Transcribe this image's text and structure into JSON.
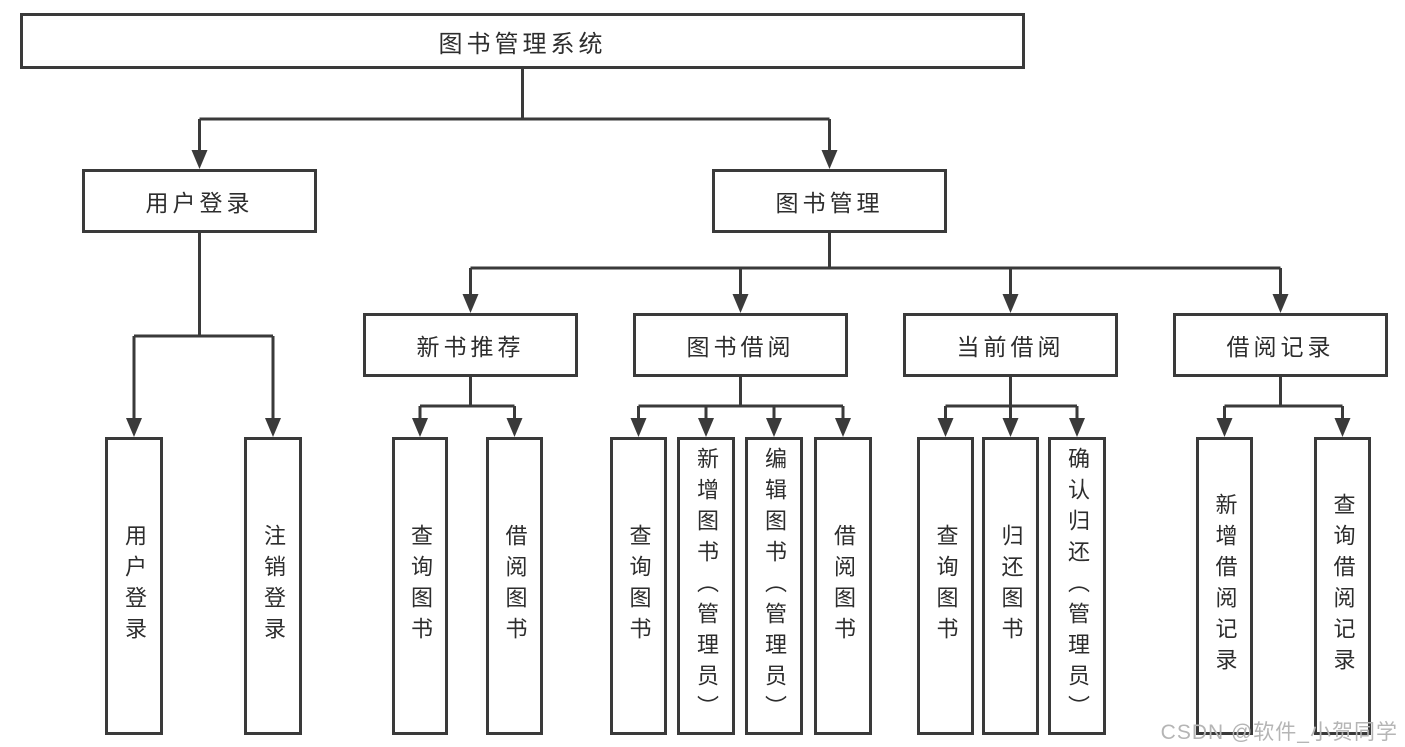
{
  "tree": {
    "label": "图书管理系统",
    "children": [
      {
        "label": "用户登录",
        "children": [
          {
            "label": "用户登录"
          },
          {
            "label": "注销登录"
          }
        ]
      },
      {
        "label": "图书管理",
        "children": [
          {
            "label": "新书推荐",
            "children": [
              {
                "label": "查询图书"
              },
              {
                "label": "借阅图书"
              }
            ]
          },
          {
            "label": "图书借阅",
            "children": [
              {
                "label": "查询图书"
              },
              {
                "label": "新增图书（管理员）"
              },
              {
                "label": "编辑图书（管理员）"
              },
              {
                "label": "借阅图书"
              }
            ]
          },
          {
            "label": "当前借阅",
            "children": [
              {
                "label": "查询图书"
              },
              {
                "label": "归还图书"
              },
              {
                "label": "确认归还（管理员）"
              }
            ]
          },
          {
            "label": "借阅记录",
            "children": [
              {
                "label": "新增借阅记录"
              },
              {
                "label": "查询借阅记录"
              }
            ]
          }
        ]
      }
    ]
  },
  "watermark": {
    "text": "CSDN @软件_小贺同学"
  },
  "colors": {
    "line": "#3a3a3a",
    "box_border": "#3a3a3a",
    "text": "#2d2d2d",
    "watermark": "#b5b5b5",
    "background": "#ffffff"
  }
}
